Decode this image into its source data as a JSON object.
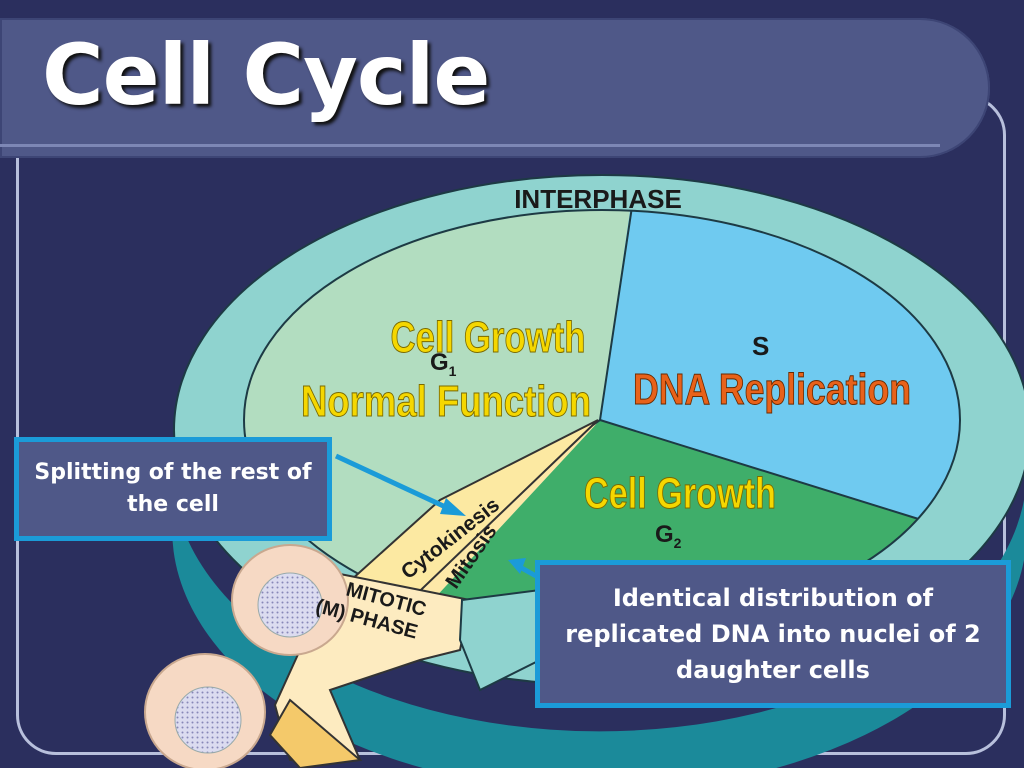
{
  "slide": {
    "title": "Cell Cycle"
  },
  "diagram": {
    "ring_label": "INTERPHASE",
    "g1_label": "G",
    "g1_sub": "1",
    "s_label": "S",
    "g2_label": "G",
    "g2_sub": "2",
    "mitotic_line1": "MITOTIC",
    "mitotic_line2": "(M) PHASE",
    "cytokinesis_label": "Cytokinesis",
    "mitosis_label": "Mitosis",
    "cell_growth_g1": "Cell Growth",
    "normal_function": "Normal Function",
    "dna_replication": "DNA Replication",
    "cell_growth_g2": "Cell Growth"
  },
  "callouts": {
    "left": "Splitting of the rest of the cell",
    "right": "Identical distribution of replicated DNA into nuclei of 2 daughter cells"
  },
  "colors": {
    "background": "#2b2f5e",
    "title_bar": "#4f5888",
    "interphase_ring": "#8fd3cf",
    "g1": "#b2ddc0",
    "s_phase": "#6fcaf0",
    "g2": "#3fae6a",
    "mitotic": "#fde8a8",
    "callout_border": "#1b9bd8",
    "cell_growth_text": "#f5d700",
    "dna_replication_text": "#e8621a"
  }
}
